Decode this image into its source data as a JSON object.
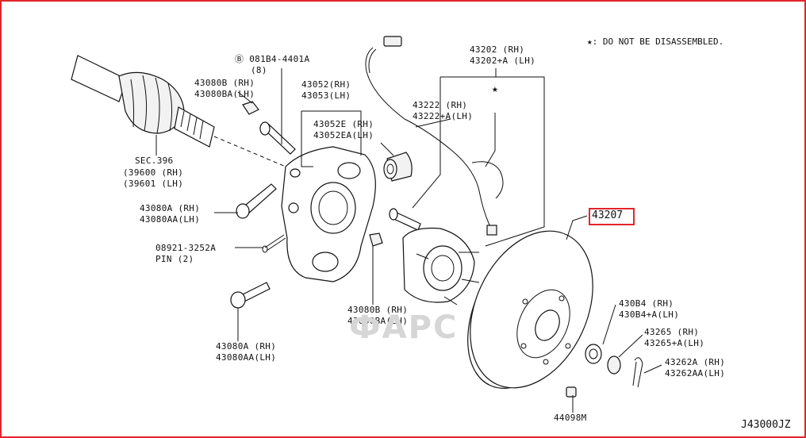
{
  "note": {
    "star": "★",
    "text": ": DO NOT BE DISASSEMBLED."
  },
  "watermark": "ФАРС",
  "sheet_code": "J43000JZ",
  "highlight_part": "43207",
  "labels": {
    "l1": "Ⓑ 081B4-4401A",
    "l2": "(8)",
    "l3": "43080B (RH)",
    "l4": "43080BA(LH)",
    "l5": "43052(RH)",
    "l6": "43053(LH)",
    "l7": "43052E (RH)",
    "l8": "43052EA(LH)",
    "l9": "43202 (RH)",
    "l10": "43202+A (LH)",
    "l11": "43222 (RH)",
    "l12": "43222+A(LH)",
    "l13": "SEC.396",
    "l14": "(39600 (RH)",
    "l15": "(39601 (LH)",
    "l16": "43080A (RH)",
    "l17": "43080AA(LH)",
    "l18": "08921-3252A",
    "l19": "PIN (2)",
    "l20": "43080B (RH)",
    "l21": "43080BA(LH)",
    "l22": "43080A (RH)",
    "l23": "43080AA(LH)",
    "l24": "430B4 (RH)",
    "l25": "430B4+A(LH)",
    "l26": "43265 (RH)",
    "l27": "43265+A(LH)",
    "l28": "43262A (RH)",
    "l29": "43262AA(LH)",
    "l30": "44098M"
  }
}
